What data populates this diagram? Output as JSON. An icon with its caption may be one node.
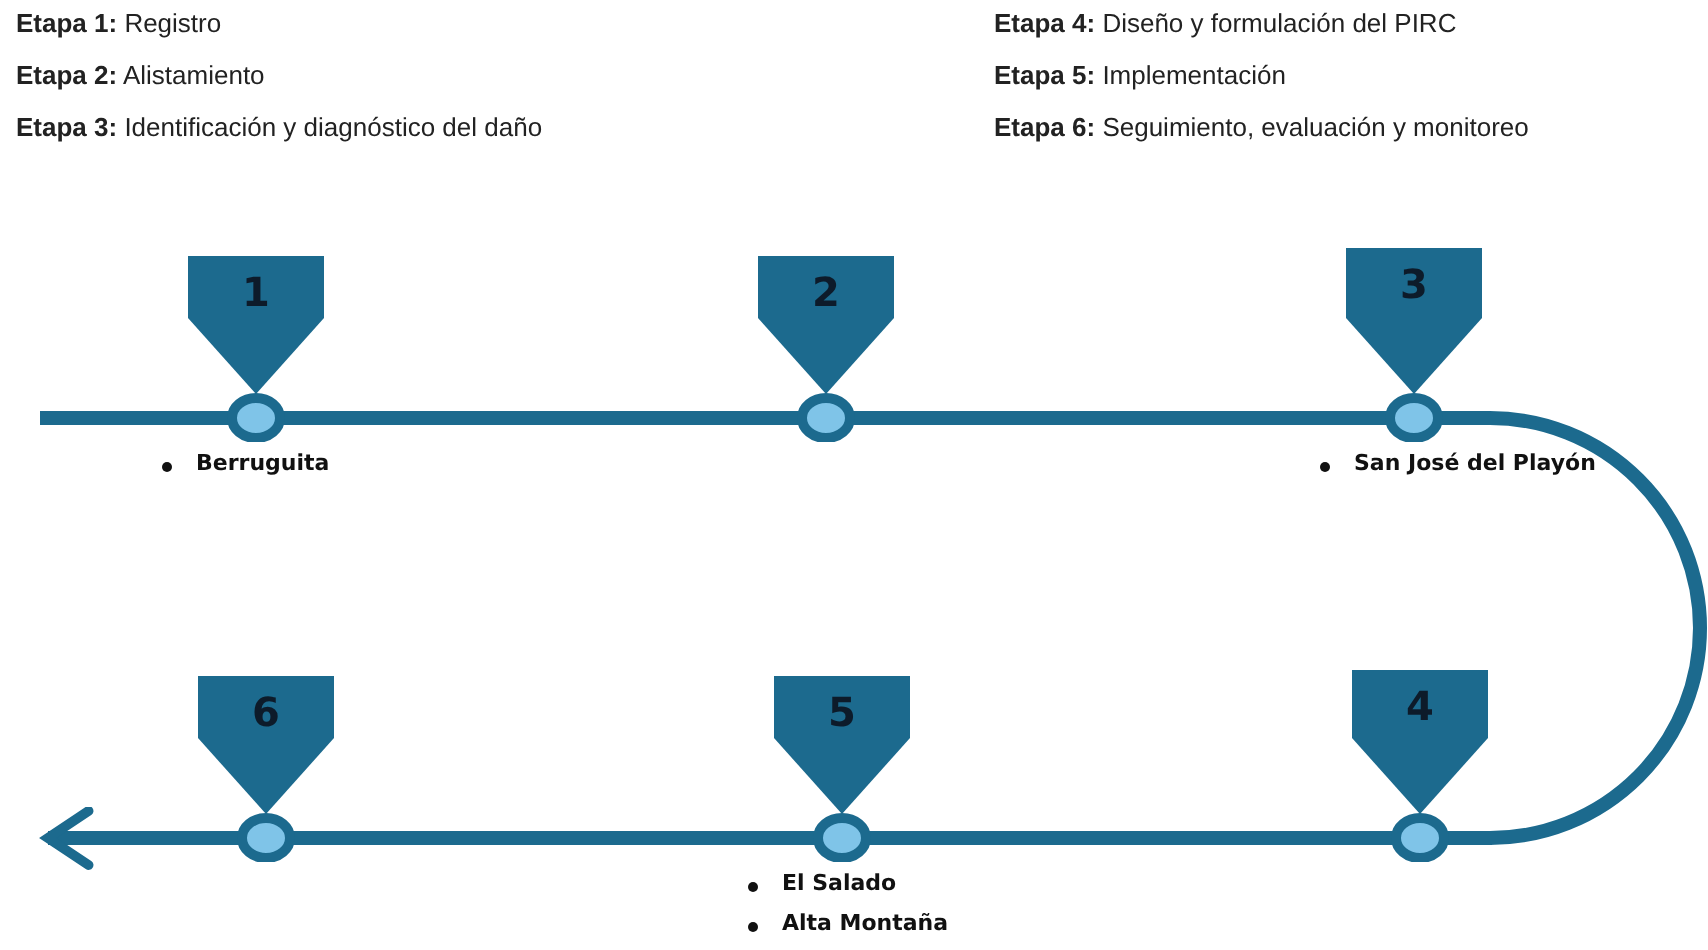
{
  "diagram": {
    "nodes": [
      {
        "text": [
          "1"
        ],
        "beside": [
          "Berruguita"
        ]
      },
      {
        "text": [
          "2"
        ]
      },
      {
        "text": [
          "3"
        ],
        "beside": [
          "San José del Playón"
        ]
      },
      {
        "text": [
          "4"
        ]
      },
      {
        "text": [
          "5"
        ],
        "beside": [
          "El Salado",
          "Alta Montaña"
        ]
      },
      {
        "text": [
          "6"
        ]
      }
    ],
    "edges": [
      {
        "from": 0,
        "to": 1,
        "arrow": "none"
      },
      {
        "from": 1,
        "to": 2,
        "arrow": "none"
      },
      {
        "from": 2,
        "to": 3,
        "arrow": "none"
      },
      {
        "from": 3,
        "to": 4,
        "arrow": "none"
      },
      {
        "from": 4,
        "to": 5,
        "arrow": "none"
      },
      {
        "from": 5,
        "to": null,
        "arrow": "to"
      }
    ],
    "labels": [
      "**Etapa 1:** Registro",
      "**Etapa 2:** Alistamiento",
      "**Etapa 3:** Identificación y diagnóstico del daño",
      "**Etapa 4:** Diseño y formulación del PIRC",
      "**Etapa 5:** Implementación",
      "**Etapa 6:** Seguimiento, evaluación y monitoreo"
    ]
  }
}
